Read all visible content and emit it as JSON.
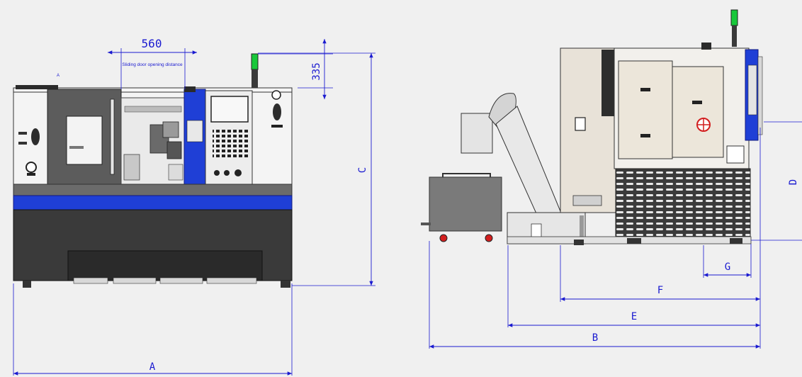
{
  "drawing": {
    "colors": {
      "dimension": "#1a1ad0",
      "machine_blue": "#1f3fd6",
      "steel_dark": "#3a3a3a",
      "panel_light": "#f4f4f4",
      "side_panel": "#e8e2d8",
      "bin_grey": "#7a7a7a",
      "caster_red": "#d21e1e",
      "beacon_green": "#18c83a"
    },
    "front": {
      "dim_560": "560",
      "door_note": "Sliding door opening distance",
      "dim_335": "335",
      "dim_c": "C",
      "dim_a": "A",
      "small_mark": "A"
    },
    "side": {
      "dim_d": "D",
      "dim_g": "G",
      "dim_f": "F",
      "dim_e": "E",
      "dim_b": "B"
    }
  }
}
